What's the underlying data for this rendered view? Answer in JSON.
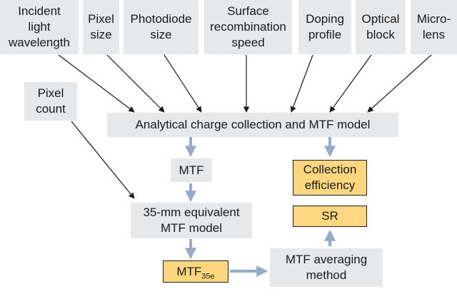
{
  "inputs": {
    "incident_light": "Incident\nlight\nwavelength",
    "pixel_size": "Pixel\nsize",
    "photodiode_size": "Photodiode\nsize",
    "surface_recombination": "Surface\nrecombination\nspeed",
    "doping_profile": "Doping\nprofile",
    "optical_block": "Optical\nblock",
    "micro_lens": "Micro-\nlens"
  },
  "pixel_count": "Pixel\ncount",
  "model": "Analytical charge collection and MTF model",
  "mtf": "MTF",
  "equivalent_model": "35-mm equivalent\nMTF model",
  "mtf35e": {
    "base": "MTF",
    "sub": "35e"
  },
  "collection_efficiency": "Collection\nefficiency",
  "sr": "SR",
  "averaging": "MTF averaging\nmethod",
  "colors": {
    "grey_box": "#e7e8e9",
    "highlight_box": "#fcd77f",
    "thin_arrow": "#1a1a1a",
    "flow_arrow": "#98aac9"
  }
}
